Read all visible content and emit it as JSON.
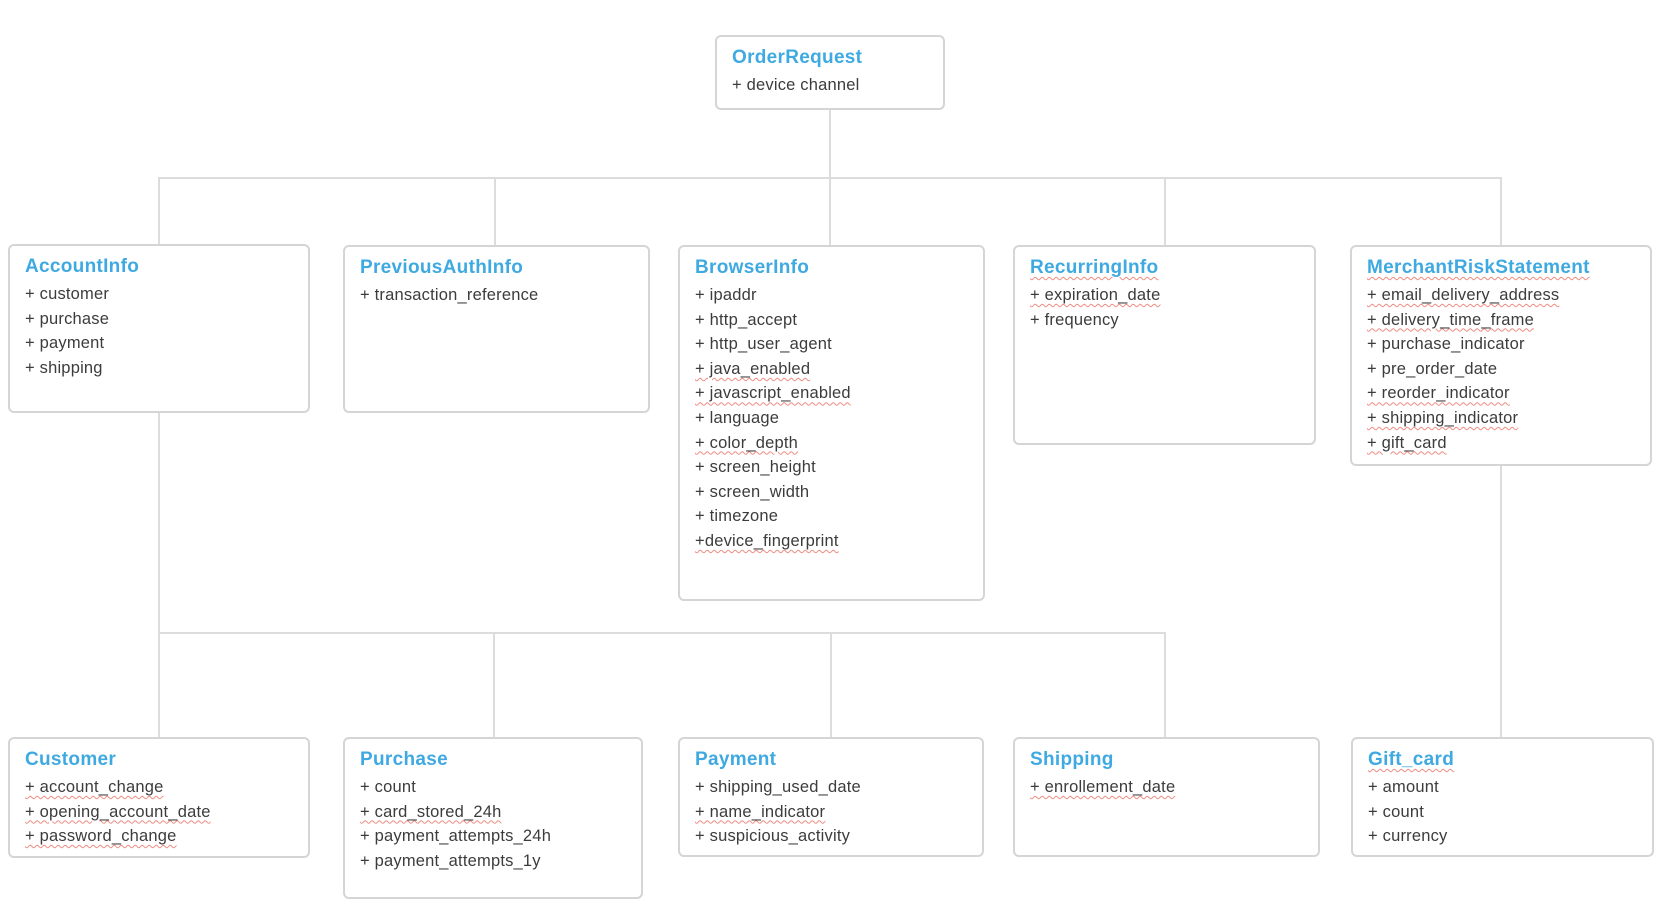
{
  "diagram": {
    "colors": {
      "title": "#3FA9E1",
      "field": "#3C3C3C",
      "border": "#D5D5D5",
      "connector": "#DCDCDC",
      "misspell": "#EE8C82",
      "bg": "#FFFFFF"
    },
    "nodes": {
      "order_request": {
        "title": "OrderRequest",
        "title_misspelled": false,
        "fields": [
          {
            "text": "+ device channel",
            "misspelled": false
          }
        ]
      },
      "account_info": {
        "title": "AccountInfo",
        "title_misspelled": false,
        "fields": [
          {
            "text": "+ customer",
            "misspelled": false
          },
          {
            "text": "+ purchase",
            "misspelled": false
          },
          {
            "text": "+ payment",
            "misspelled": false
          },
          {
            "text": "+ shipping",
            "misspelled": false
          }
        ]
      },
      "previous_auth_info": {
        "title": "PreviousAuthInfo",
        "title_misspelled": false,
        "fields": [
          {
            "text": "+ transaction_reference",
            "misspelled": false
          }
        ]
      },
      "browser_info": {
        "title": "BrowserInfo",
        "title_misspelled": false,
        "fields": [
          {
            "text": "+ ipaddr",
            "misspelled": false
          },
          {
            "text": "+ http_accept",
            "misspelled": false
          },
          {
            "text": "+ http_user_agent",
            "misspelled": false
          },
          {
            "text": "+ java_enabled",
            "misspelled": true
          },
          {
            "text": "+ javascript_enabled",
            "misspelled": true
          },
          {
            "text": "+ language",
            "misspelled": false
          },
          {
            "text": "+ color_depth",
            "misspelled": true
          },
          {
            "text": "+ screen_height",
            "misspelled": false
          },
          {
            "text": "+ screen_width",
            "misspelled": false
          },
          {
            "text": "+ timezone",
            "misspelled": false
          },
          {
            "text": "+device_fingerprint",
            "misspelled": true
          }
        ]
      },
      "recurring_info": {
        "title": "RecurringInfo",
        "title_misspelled": true,
        "fields": [
          {
            "text": "+ expiration_date",
            "misspelled": true
          },
          {
            "text": "+ frequency",
            "misspelled": false
          }
        ]
      },
      "merchant_risk_statement": {
        "title": "MerchantRiskStatement",
        "title_misspelled": true,
        "fields": [
          {
            "text": "+ email_delivery_address",
            "misspelled": true
          },
          {
            "text": "+ delivery_time_frame",
            "misspelled": true
          },
          {
            "text": "+ purchase_indicator",
            "misspelled": false
          },
          {
            "text": "+ pre_order_date",
            "misspelled": false
          },
          {
            "text": "+ reorder_indicator",
            "misspelled": true
          },
          {
            "text": "+ shipping_indicator",
            "misspelled": true
          },
          {
            "text": "+ gift_card",
            "misspelled": true
          }
        ]
      },
      "customer": {
        "title": "Customer",
        "title_misspelled": false,
        "fields": [
          {
            "text": "+ account_change",
            "misspelled": true
          },
          {
            "text": "+ opening_account_date",
            "misspelled": true
          },
          {
            "text": "+ password_change",
            "misspelled": true
          }
        ]
      },
      "purchase": {
        "title": "Purchase",
        "title_misspelled": false,
        "fields": [
          {
            "text": "+ count",
            "misspelled": false
          },
          {
            "text": "+ card_stored_24h",
            "misspelled": true
          },
          {
            "text": "+ payment_attempts_24h",
            "misspelled": false
          },
          {
            "text": "+ payment_attempts_1y",
            "misspelled": false
          }
        ]
      },
      "payment": {
        "title": "Payment",
        "title_misspelled": false,
        "fields": [
          {
            "text": "+ shipping_used_date",
            "misspelled": false
          },
          {
            "text": "+ name_indicator",
            "misspelled": true
          },
          {
            "text": "+ suspicious_activity",
            "misspelled": false
          }
        ]
      },
      "shipping": {
        "title": "Shipping",
        "title_misspelled": false,
        "fields": [
          {
            "text": "+ enrollement_date",
            "misspelled": true
          }
        ]
      },
      "gift_card": {
        "title": "Gift_card",
        "title_misspelled": true,
        "fields": [
          {
            "text": "+ amount",
            "misspelled": false
          },
          {
            "text": "+ count",
            "misspelled": false
          },
          {
            "text": "+ currency",
            "misspelled": false
          }
        ]
      }
    }
  }
}
